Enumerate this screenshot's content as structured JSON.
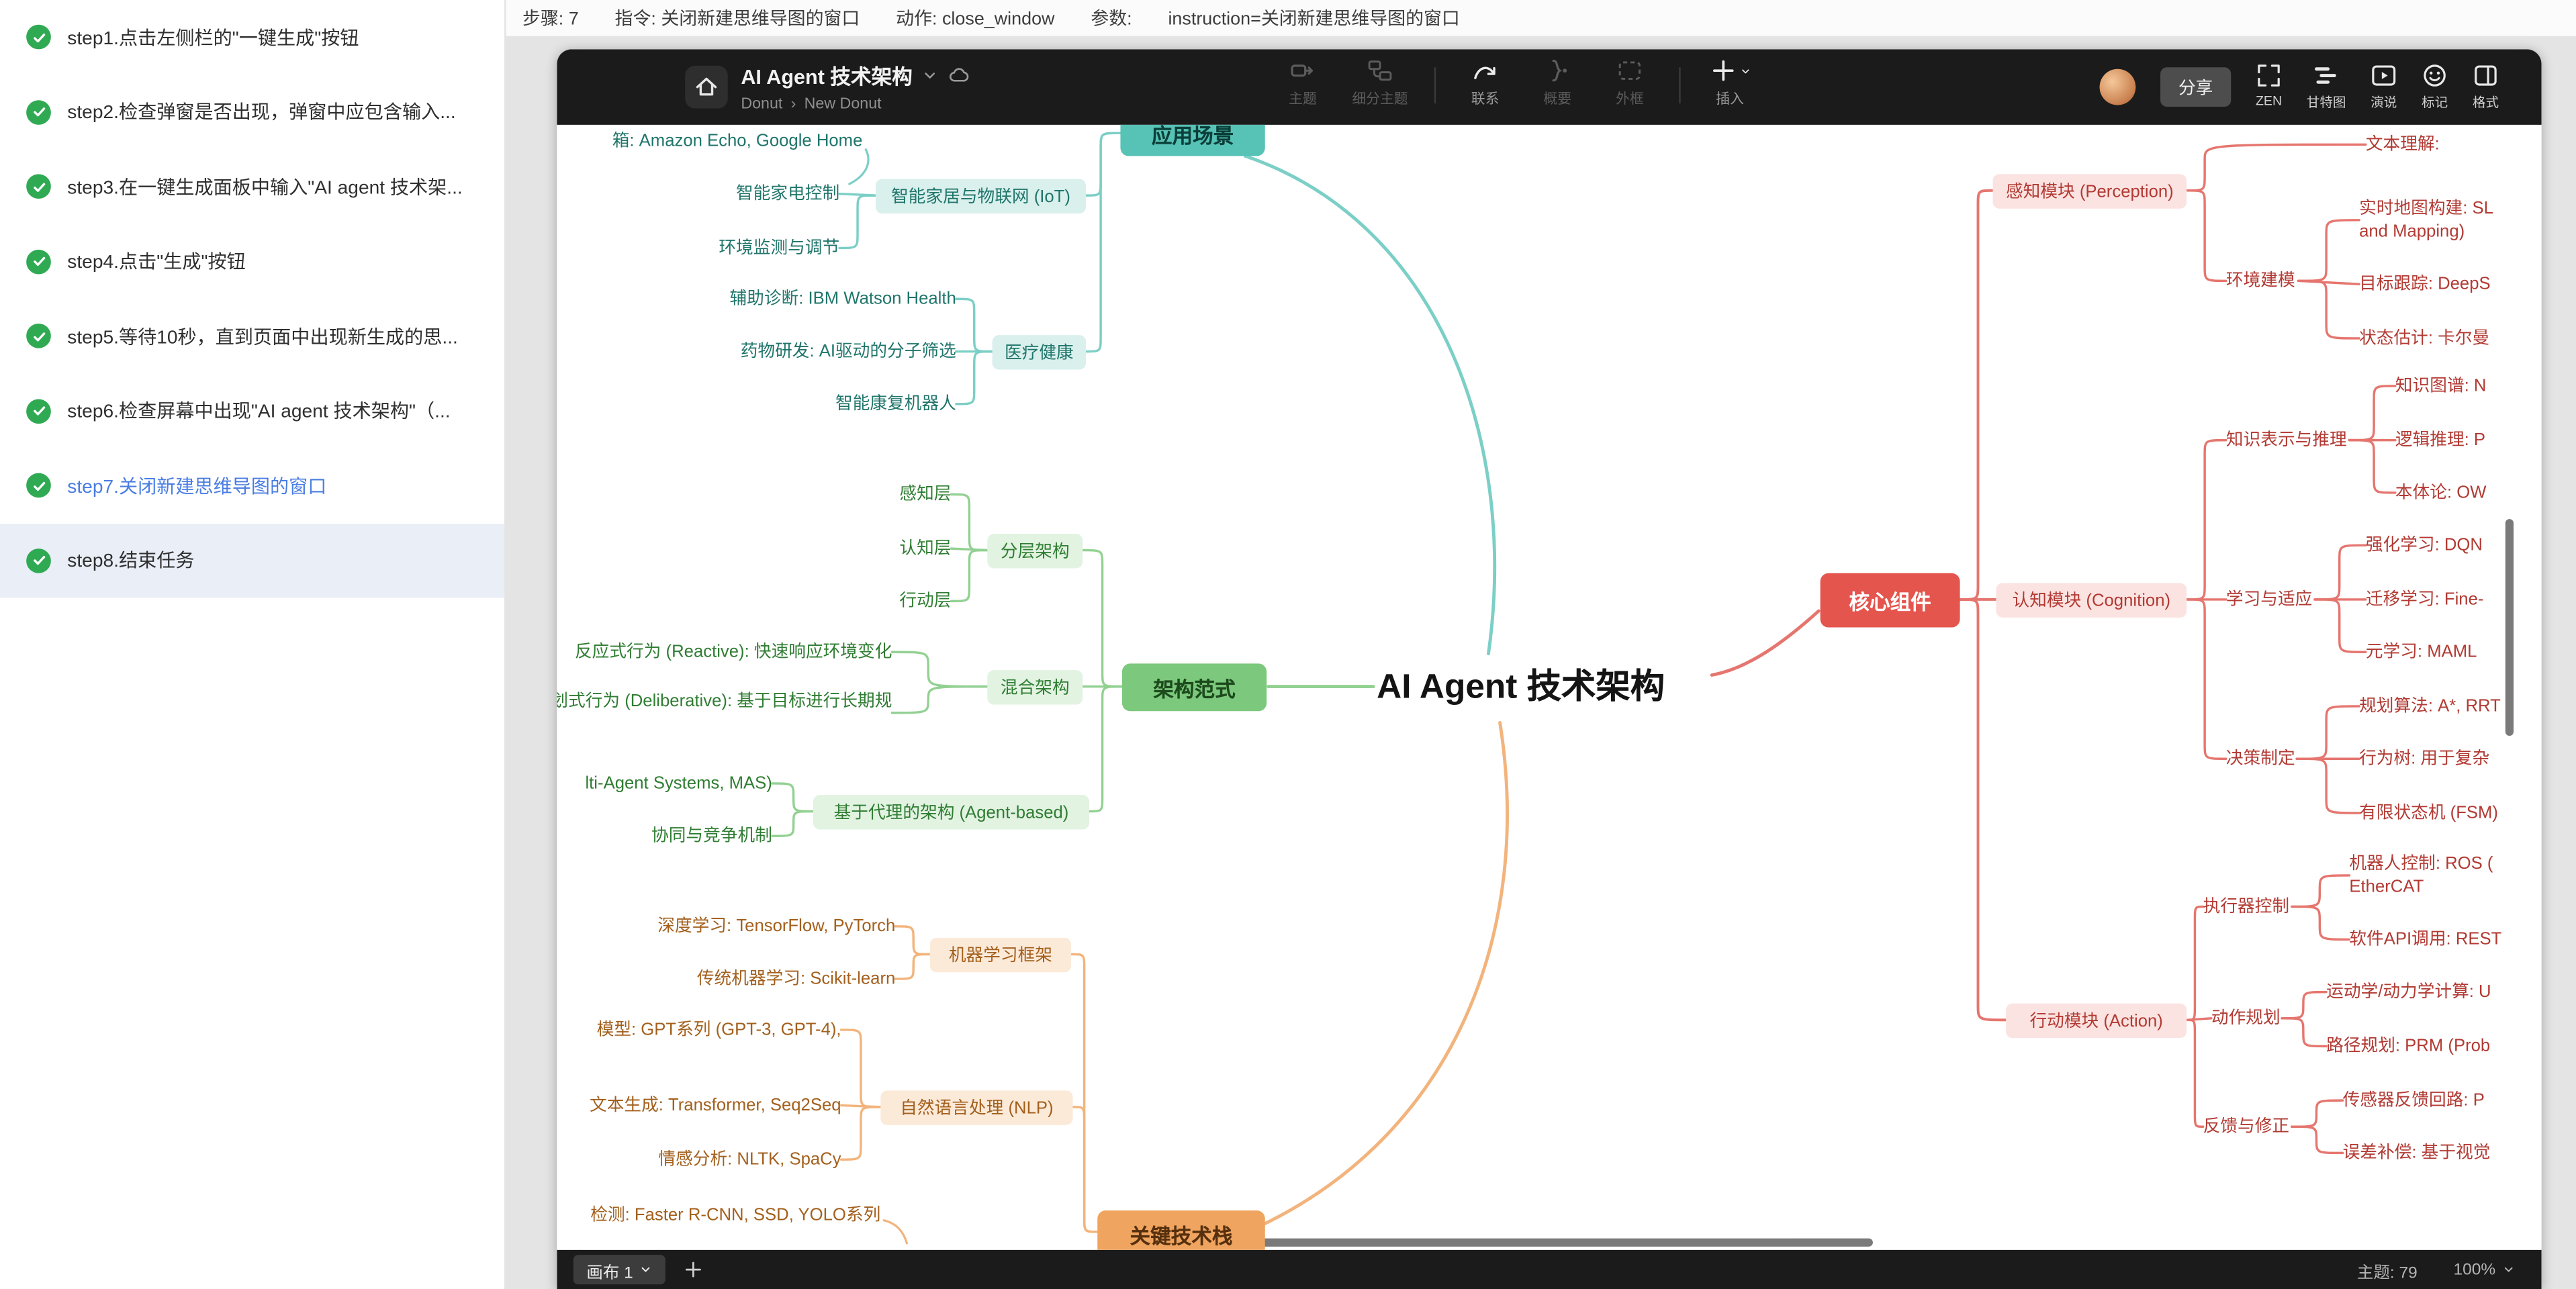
{
  "info_bar": {
    "step": "步骤: 7",
    "instruction": "指令: 关闭新建思维导图的窗口",
    "action": "动作: close_window",
    "params_label": "参数:",
    "params_value": "instruction=关闭新建思维导图的窗口"
  },
  "sidebar": {
    "step_done_green": "#2faa53",
    "current_step_blue": "#4a7de2",
    "steps": [
      {
        "label": "step1.点击左侧栏的\"一键生成\"按钮",
        "status": "done"
      },
      {
        "label": "step2.检查弹窗是否出现，弹窗中应包含输入...",
        "status": "done"
      },
      {
        "label": "step3.在一键生成面板中输入\"AI agent 技术架...",
        "status": "done"
      },
      {
        "label": "step4.点击\"生成\"按钮",
        "status": "done"
      },
      {
        "label": "step5.等待10秒，直到页面中出现新生成的思...",
        "status": "done"
      },
      {
        "label": "step6.检查屏幕中出现\"AI agent 技术架构\"（...",
        "status": "done"
      },
      {
        "label": "step7.关闭新建思维导图的窗口",
        "status": "current"
      },
      {
        "label": "step8.结束任务",
        "status": "selected"
      }
    ]
  },
  "titlebar": {
    "title": "AI Agent 技术架构",
    "breadcrumb_parent": "Donut",
    "breadcrumb_sep": "›",
    "breadcrumb_current": "New Donut",
    "tools": [
      {
        "label": "主题",
        "icon": "topic-icon",
        "enabled": false
      },
      {
        "label": "细分主题",
        "icon": "subtopic-icon",
        "enabled": false
      },
      {
        "type": "divider"
      },
      {
        "label": "联系",
        "icon": "relationship-icon",
        "enabled": true
      },
      {
        "label": "概要",
        "icon": "summary-icon",
        "enabled": false
      },
      {
        "label": "外框",
        "icon": "boundary-icon",
        "enabled": false
      },
      {
        "type": "divider"
      },
      {
        "label": "插入",
        "icon": "insert-icon",
        "enabled": true,
        "has_chevron": true
      }
    ],
    "share_label": "分享",
    "right_tools": [
      {
        "label": "ZEN",
        "icon": "zen-icon"
      },
      {
        "label": "甘特图",
        "icon": "gantt-icon"
      },
      {
        "label": "演说",
        "icon": "present-icon"
      },
      {
        "label": "标记",
        "icon": "marker-icon"
      },
      {
        "label": "格式",
        "icon": "format-icon"
      }
    ]
  },
  "statusbar": {
    "canvas_label": "画布 1",
    "topic_count": "主题: 79",
    "zoom": "100%"
  },
  "mindmap": {
    "root": "AI Agent 技术架构",
    "palette": {
      "teal": "#57c2b6",
      "green": "#7cc87c",
      "orange": "#efa45f",
      "red": "#e4554d"
    },
    "lines": {
      "teal": "#7bcfc6",
      "green": "#93d193",
      "orange": "#f2b47c",
      "red": "#e5766f"
    },
    "nodes": [
      {
        "id": "b_app",
        "text": "应用场景",
        "branch": "teal",
        "kind": "branch"
      },
      {
        "id": "s_iot",
        "text": "智能家居与物联网 (IoT)",
        "branch": "teal",
        "kind": "sub"
      },
      {
        "id": "t1",
        "text": "箱: Amazon Echo, Google Home",
        "branch": "teal",
        "kind": "leaf"
      },
      {
        "id": "t2",
        "text": "智能家电控制",
        "branch": "teal",
        "kind": "leaf"
      },
      {
        "id": "t3",
        "text": "环境监测与调节",
        "branch": "teal",
        "kind": "leaf"
      },
      {
        "id": "s_med",
        "text": "医疗健康",
        "branch": "teal",
        "kind": "sub"
      },
      {
        "id": "t4",
        "text": "辅助诊断: IBM Watson Health",
        "branch": "teal",
        "kind": "leaf"
      },
      {
        "id": "t5",
        "text": "药物研发: AI驱动的分子筛选",
        "branch": "teal",
        "kind": "leaf"
      },
      {
        "id": "t6",
        "text": "智能康复机器人",
        "branch": "teal",
        "kind": "leaf"
      },
      {
        "id": "b_arch",
        "text": "架构范式",
        "branch": "green",
        "kind": "branch"
      },
      {
        "id": "s_layer",
        "text": "分层架构",
        "branch": "green",
        "kind": "sub"
      },
      {
        "id": "g1",
        "text": "感知层",
        "branch": "green",
        "kind": "leaf"
      },
      {
        "id": "g2",
        "text": "认知层",
        "branch": "green",
        "kind": "leaf"
      },
      {
        "id": "g3",
        "text": "行动层",
        "branch": "green",
        "kind": "leaf"
      },
      {
        "id": "s_hybrid",
        "text": "混合架构",
        "branch": "green",
        "kind": "sub"
      },
      {
        "id": "g4",
        "text": "反应式行为 (Reactive): 快速响应环境变化",
        "branch": "green",
        "kind": "leaf"
      },
      {
        "id": "g5",
        "text": "规划式行为 (Deliberative): 基于目标进行长期规\n划",
        "branch": "green",
        "kind": "leaf"
      },
      {
        "id": "s_agent",
        "text": "基于代理的架构 (Agent-based)",
        "branch": "green",
        "kind": "sub"
      },
      {
        "id": "g6",
        "text": "lti-Agent Systems, MAS)",
        "branch": "green",
        "kind": "leaf"
      },
      {
        "id": "g7",
        "text": "协同与竞争机制",
        "branch": "green",
        "kind": "leaf"
      },
      {
        "id": "b_tech",
        "text": "关键技术栈",
        "branch": "orange",
        "kind": "branch"
      },
      {
        "id": "s_ml",
        "text": "机器学习框架",
        "branch": "orange",
        "kind": "sub"
      },
      {
        "id": "o1",
        "text": "深度学习: TensorFlow, PyTorch",
        "branch": "orange",
        "kind": "leaf"
      },
      {
        "id": "o2",
        "text": "传统机器学习: Scikit-learn",
        "branch": "orange",
        "kind": "leaf"
      },
      {
        "id": "s_nlp",
        "text": "自然语言处理 (NLP)",
        "branch": "orange",
        "kind": "sub"
      },
      {
        "id": "o3",
        "text": "模型: GPT系列 (GPT-3, GPT-4),",
        "branch": "orange",
        "kind": "leaf"
      },
      {
        "id": "o4",
        "text": "文本生成: Transformer, Seq2Seq",
        "branch": "orange",
        "kind": "leaf"
      },
      {
        "id": "o5",
        "text": "情感分析: NLTK, SpaCy",
        "branch": "orange",
        "kind": "leaf"
      },
      {
        "id": "o6",
        "text": "检测: Faster R-CNN, SSD, YOLO系列",
        "branch": "orange",
        "kind": "leaf"
      },
      {
        "id": "b_core",
        "text": "核心组件",
        "branch": "red",
        "kind": "branch"
      },
      {
        "id": "s_per",
        "text": "感知模块 (Perception)",
        "branch": "red",
        "kind": "sub"
      },
      {
        "id": "rl0",
        "text": "文本理解:",
        "branch": "red",
        "kind": "leaf"
      },
      {
        "id": "r_env",
        "text": "环境建模",
        "branch": "red",
        "kind": "leaf"
      },
      {
        "id": "rl1",
        "text": "实时地图构建: SL\nand Mapping)",
        "branch": "red",
        "kind": "leaf"
      },
      {
        "id": "rl2",
        "text": "目标跟踪: DeepS",
        "branch": "red",
        "kind": "leaf"
      },
      {
        "id": "rl3",
        "text": "状态估计: 卡尔曼",
        "branch": "red",
        "kind": "leaf"
      },
      {
        "id": "s_cog",
        "text": "认知模块 (Cognition)",
        "branch": "red",
        "kind": "sub"
      },
      {
        "id": "r_kr",
        "text": "知识表示与推理",
        "branch": "red",
        "kind": "leaf"
      },
      {
        "id": "rl4",
        "text": "知识图谱: N",
        "branch": "red",
        "kind": "leaf"
      },
      {
        "id": "rl5",
        "text": "逻辑推理: P",
        "branch": "red",
        "kind": "leaf"
      },
      {
        "id": "rl6",
        "text": "本体论: OW",
        "branch": "red",
        "kind": "leaf"
      },
      {
        "id": "r_learn",
        "text": "学习与适应",
        "branch": "red",
        "kind": "leaf"
      },
      {
        "id": "rl7",
        "text": "强化学习: DQN",
        "branch": "red",
        "kind": "leaf"
      },
      {
        "id": "rl8",
        "text": "迁移学习: Fine-",
        "branch": "red",
        "kind": "leaf"
      },
      {
        "id": "rl9",
        "text": "元学习: MAML",
        "branch": "red",
        "kind": "leaf"
      },
      {
        "id": "r_dec",
        "text": "决策制定",
        "branch": "red",
        "kind": "leaf"
      },
      {
        "id": "rl10",
        "text": "规划算法: A*, RRT",
        "branch": "red",
        "kind": "leaf"
      },
      {
        "id": "rl11",
        "text": "行为树: 用于复杂",
        "branch": "red",
        "kind": "leaf"
      },
      {
        "id": "rl12",
        "text": "有限状态机 (FSM)",
        "branch": "red",
        "kind": "leaf"
      },
      {
        "id": "s_act",
        "text": "行动模块 (Action)",
        "branch": "red",
        "kind": "sub"
      },
      {
        "id": "r_exec",
        "text": "执行器控制",
        "branch": "red",
        "kind": "leaf"
      },
      {
        "id": "rl13",
        "text": "机器人控制: ROS (\nEtherCAT",
        "branch": "red",
        "kind": "leaf"
      },
      {
        "id": "rl14",
        "text": "软件API调用: REST",
        "branch": "red",
        "kind": "leaf"
      },
      {
        "id": "r_plan",
        "text": "动作规划",
        "branch": "red",
        "kind": "leaf"
      },
      {
        "id": "rl15",
        "text": "运动学/动力学计算: U",
        "branch": "red",
        "kind": "leaf"
      },
      {
        "id": "rl16",
        "text": "路径规划: PRM (Prob",
        "branch": "red",
        "kind": "leaf"
      },
      {
        "id": "r_fb",
        "text": "反馈与修正",
        "branch": "red",
        "kind": "leaf"
      },
      {
        "id": "rl17",
        "text": "传感器反馈回路: P",
        "branch": "red",
        "kind": "leaf"
      },
      {
        "id": "rl18",
        "text": "误差补偿: 基于视觉",
        "branch": "red",
        "kind": "leaf"
      }
    ]
  }
}
